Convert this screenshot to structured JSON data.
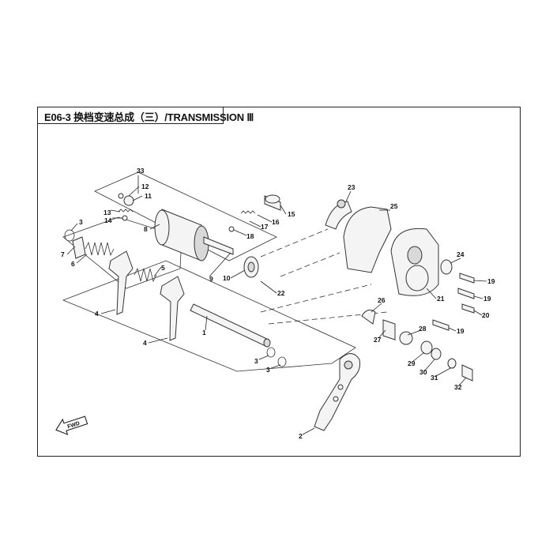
{
  "diagram": {
    "title": "E06-3 换档变速总成（三）/TRANSMISSION Ⅲ",
    "fwd_label": "FWD",
    "callouts": [
      "1",
      "2",
      "3",
      "3",
      "3",
      "4",
      "4",
      "5",
      "6",
      "7",
      "8",
      "9",
      "10",
      "11",
      "12",
      "13",
      "14",
      "15",
      "16",
      "17",
      "18",
      "19",
      "19",
      "19",
      "20",
      "21",
      "22",
      "23",
      "24",
      "25",
      "26",
      "27",
      "28",
      "29",
      "30",
      "31",
      "32",
      "33"
    ]
  }
}
